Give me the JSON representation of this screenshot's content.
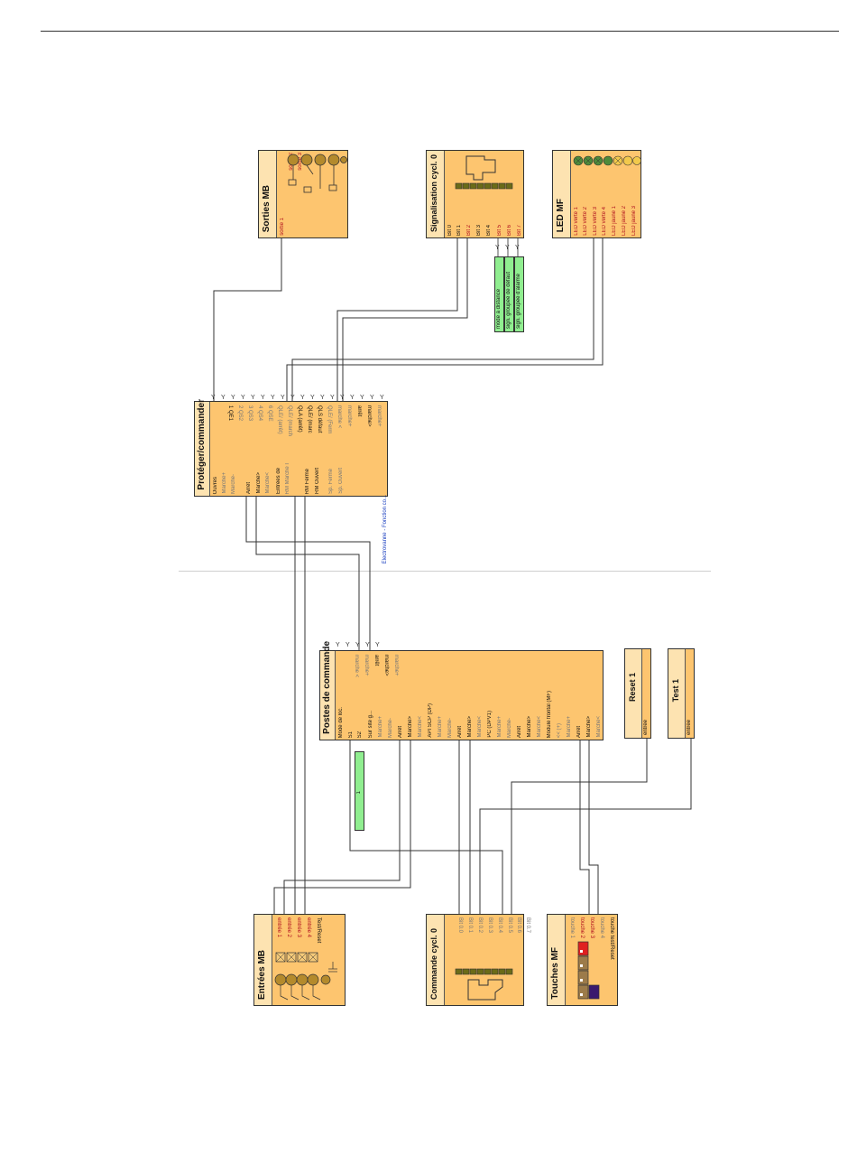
{
  "blocks": {
    "sorties_mb": {
      "title": "Sorties MB",
      "pins": [
        "sortie 1",
        "sortie 2",
        "sortie 3"
      ]
    },
    "signalisation": {
      "title": "Signalisation cycl. 0",
      "pins": [
        "Bit 0",
        "Bit 1",
        "Bit 2",
        "Bit 3",
        "Bit 4",
        "Bit 5",
        "Bit 6",
        "Bit 7"
      ]
    },
    "led_mf": {
      "title": "LED MF",
      "pins": [
        "LED verte 1",
        "LED verte 2",
        "LED verte 3",
        "LED verte 4",
        "LED jaune 1",
        "LED jaune 2",
        "LED jaune 3"
      ]
    },
    "proteger": {
      "title": "Protéger/commander",
      "left_pins": [
        "Ouvres",
        "Marche+",
        "Marche-",
        "Arrêt",
        "Marche>",
        "Marche<",
        "Entrées de",
        "RM Marche I",
        "RM Fermé",
        "RM Ouvert",
        "Sp. Fermé",
        "Sp. Ouvert"
      ],
      "right_pins": [
        "1 QE1",
        "2 QS2",
        "3 QS3",
        "4 QS4",
        "6 QSE",
        "QLE/ (arrêt)",
        "QLE/ (march",
        "QLA (arrêt)",
        "QLE/ (marc",
        "QLS défaut",
        "QLE/ (Ferm",
        "marche <",
        "marche+",
        "arrêt",
        "marche>",
        "marche+",
        "Vanne à ouvrir",
        "Vanne de fe"
      ],
      "caption": "Électrovanne - Fonction co..."
    },
    "postes": {
      "title": "Postes de commande",
      "left_pins": [
        "Mode de loc.",
        "S1",
        "S2",
        "Sur site g...",
        "Marche+",
        "Marche-",
        "Arrêt",
        "Marche>",
        "Marche<",
        "API SCP (DP)",
        "Marche+",
        "Marche-",
        "Arrêt",
        "Marche>",
        "Marche<",
        "PC (DPV1)",
        "Marche+",
        "Marche-",
        "Arrêt",
        "Marche>",
        "Marche<",
        "Module frontal (MF)",
        "<< (+)",
        "Marche+",
        "Arrêt",
        "Marche>",
        "Marche<"
      ],
      "right_pins": [
        "marche <",
        "marche+",
        "arrêt",
        "marche>",
        "marche+"
      ]
    },
    "reset": {
      "title": "Reset 1",
      "pins": [
        "entrée"
      ]
    },
    "test": {
      "title": "Test 1",
      "pins": [
        "entrée"
      ]
    },
    "entrees_mb": {
      "title": "Entrées MB",
      "pins": [
        "entrée 1",
        "entrée 2",
        "entrée 3",
        "entrée 4",
        "Test/Reset"
      ]
    },
    "commande": {
      "title": "Commande cycl. 0",
      "pins": [
        "Bit 0.0",
        "Bit 0.1",
        "Bit 0.2",
        "Bit 0.3",
        "Bit 0.4",
        "Bit 0.5",
        "Bit 0.6",
        "Bit 0.7"
      ]
    },
    "touches_mf": {
      "title": "Touches MF",
      "pins": [
        "touche 1",
        "touche 2",
        "touche 3",
        "touche 4",
        "touche test/Reset"
      ]
    }
  },
  "notes": {
    "mode_distance": "mode à distance",
    "sign_defaut": "sign. groupée de défaut",
    "sign_alarme": "sign. groupée d'alarme",
    "s1": "1"
  },
  "colors": {
    "block_fill": "#fdc56f",
    "header_fill": "#fde3b1",
    "note_fill": "#90ee90",
    "wire": "#333333"
  }
}
